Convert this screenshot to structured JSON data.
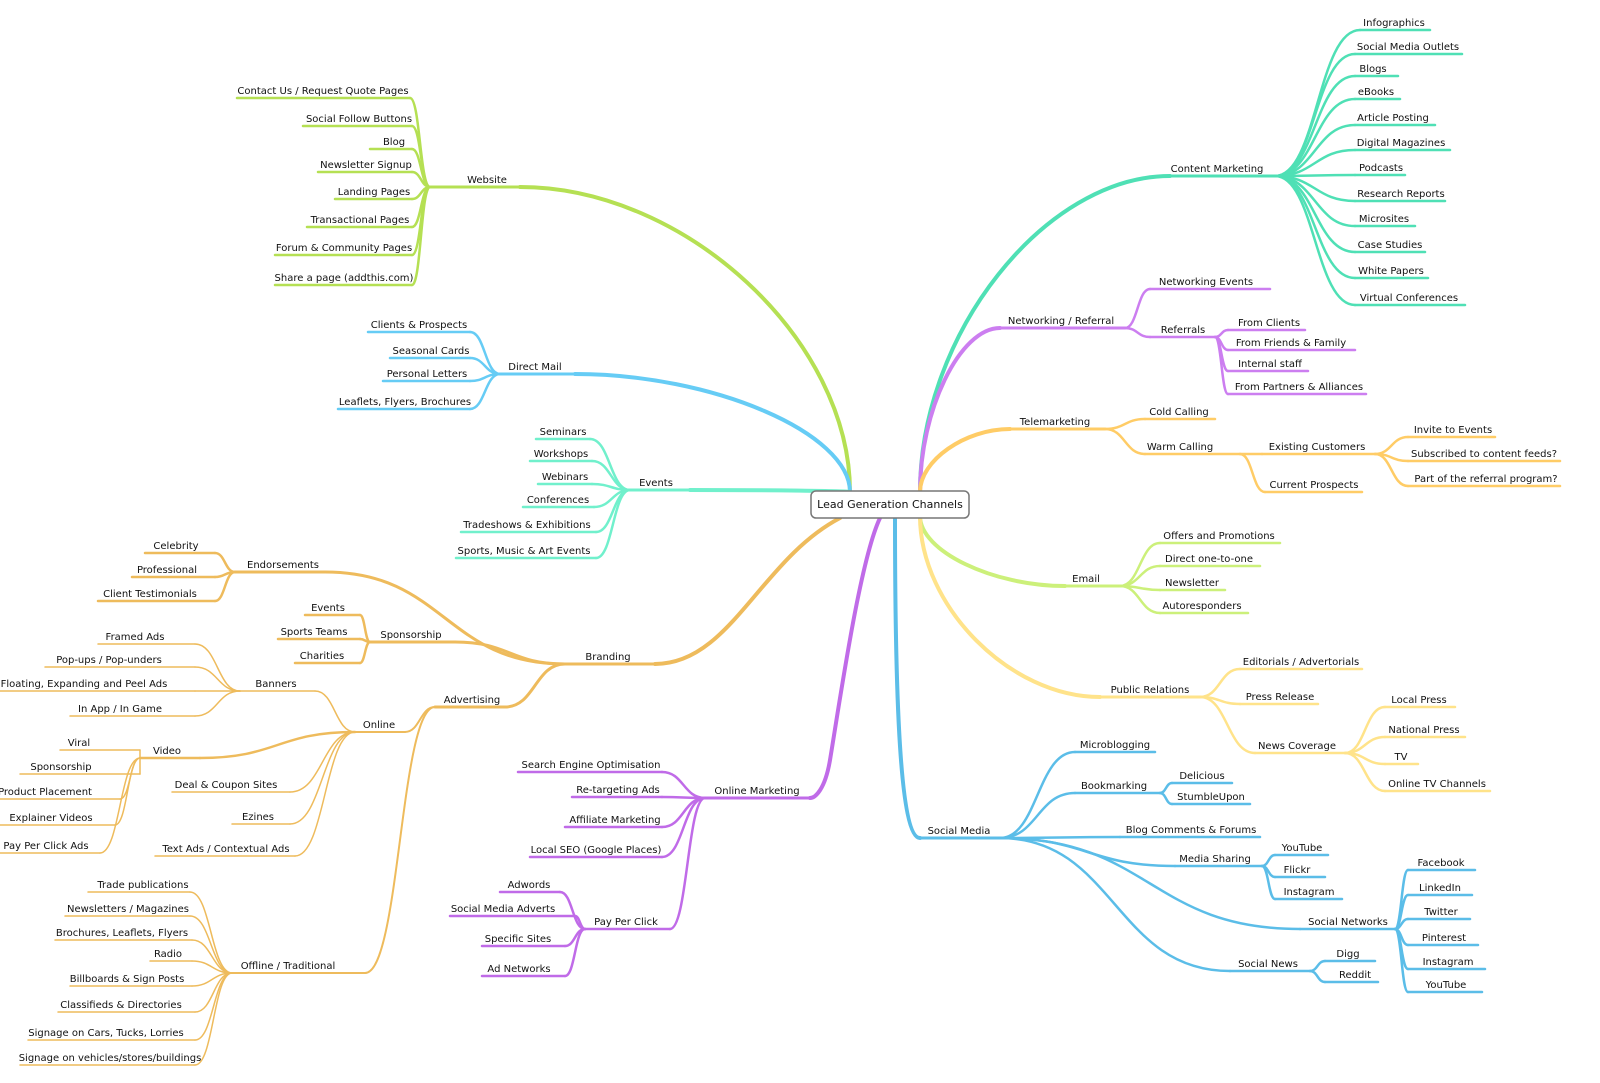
{
  "root": {
    "label": "Lead Generation Channels"
  },
  "branches": [
    {
      "id": "website",
      "color": "#b5e053",
      "label": "Website",
      "children": [
        "Contact Us / Request Quote Pages",
        "Social Follow Buttons",
        "Blog",
        "Newsletter Signup",
        "Landing Pages",
        "Transactional Pages",
        "Forum & Community Pages",
        "Share a page (addthis.com)"
      ]
    },
    {
      "id": "direct-mail",
      "color": "#66ccf5",
      "label": "Direct Mail",
      "children": [
        "Clients & Prospects",
        "Seasonal Cards",
        "Personal Letters",
        "Leaflets, Flyers, Brochures"
      ]
    },
    {
      "id": "events",
      "color": "#71f0cc",
      "label": "Events",
      "children": [
        "Seminars",
        "Workshops",
        "Webinars",
        "Conferences",
        "Tradeshows & Exhibitions",
        "Sports, Music & Art Events"
      ]
    },
    {
      "id": "branding",
      "color": "#eebb5c",
      "label": "Branding",
      "groups": [
        {
          "label": "Endorsements",
          "children": [
            "Celebrity",
            "Professional",
            "Client Testimonials"
          ]
        },
        {
          "label": "Sponsorship",
          "children": [
            "Events",
            "Sports Teams",
            "Charities"
          ]
        }
      ]
    },
    {
      "id": "advertising",
      "color": "#eebb5c",
      "label": "Advertising",
      "groups": [
        {
          "label": "Online",
          "children": [
            {
              "label": "Banners",
              "children": [
                "Framed Ads",
                "Pop-ups / Pop-unders",
                "Floating, Expanding and Peel Ads",
                "In App / In Game"
              ]
            },
            {
              "label": "Video",
              "children": [
                "Viral",
                "Sponsorship",
                "Product Placement",
                "Explainer Videos",
                "Pay Per Click Ads"
              ]
            },
            "Deal & Coupon Sites",
            "Ezines",
            "Text Ads / Contextual Ads"
          ]
        },
        {
          "label": "Offline / Traditional",
          "children": [
            "Trade publications",
            "Newsletters / Magazines",
            "Brochures, Leaflets, Flyers",
            "Radio",
            "Billboards & Sign Posts",
            "Classifieds & Directories",
            "Signage on Cars, Tucks, Lorries",
            "Signage on vehicles/stores/buildings"
          ]
        }
      ]
    },
    {
      "id": "online-marketing",
      "color": "#c06be8",
      "label": "Online Marketing",
      "children": [
        "Search Engine Optimisation",
        "Re-targeting Ads",
        "Affiliate Marketing",
        "Local SEO (Google Places)",
        {
          "label": "Pay Per Click",
          "children": [
            "Adwords",
            "Social Media Adverts",
            "Specific Sites",
            "Ad Networks"
          ]
        }
      ]
    },
    {
      "id": "content-marketing",
      "color": "#4fe0b5",
      "label": "Content Marketing",
      "children": [
        "Infographics",
        "Social Media Outlets",
        "Blogs",
        "eBooks",
        "Article Posting",
        "Digital Magazines",
        "Podcasts",
        "Research Reports",
        "Microsites",
        "Case Studies",
        "White Papers",
        "Virtual Conferences"
      ]
    },
    {
      "id": "networking",
      "color": "#cc7ef0",
      "label": "Networking / Referral",
      "children": [
        "Networking Events",
        {
          "label": "Referrals",
          "children": [
            "From Clients",
            "From Friends & Family",
            "Internal staff",
            "From Partners & Alliances"
          ]
        }
      ]
    },
    {
      "id": "telemarketing",
      "color": "#ffcc66",
      "label": "Telemarketing",
      "children": [
        "Cold Calling",
        {
          "label": "Warm Calling",
          "children": [
            {
              "label": "Existing Customers",
              "children": [
                "Invite to Events",
                "Subscribed to content feeds?",
                "Part of the referral program?"
              ]
            },
            "Current Prospects"
          ]
        }
      ]
    },
    {
      "id": "email",
      "color": "#ccf07a",
      "label": "Email",
      "children": [
        "Offers and Promotions",
        "Direct one-to-one",
        "Newsletter",
        "Autoresponders"
      ]
    },
    {
      "id": "public-relations",
      "color": "#ffe38a",
      "label": "Public Relations",
      "children": [
        "Editorials / Advertorials",
        "Press Release",
        {
          "label": "News Coverage",
          "children": [
            "Local Press",
            "National Press",
            "TV",
            "Online TV Channels"
          ]
        }
      ]
    },
    {
      "id": "social-media",
      "color": "#5bbde8",
      "label": "Social Media",
      "children": [
        "Microblogging",
        {
          "label": "Bookmarking",
          "children": [
            "Delicious",
            "StumbleUpon"
          ]
        },
        "Blog Comments & Forums",
        {
          "label": "Media Sharing",
          "children": [
            "YouTube",
            "Flickr",
            "Instagram"
          ]
        },
        {
          "label": "Social Networks",
          "children": [
            "Facebook",
            "LinkedIn",
            "Twitter",
            "Pinterest",
            "Instagram",
            "YouTube"
          ]
        },
        {
          "label": "Social News",
          "children": [
            "Digg",
            "Reddit"
          ]
        }
      ]
    }
  ]
}
